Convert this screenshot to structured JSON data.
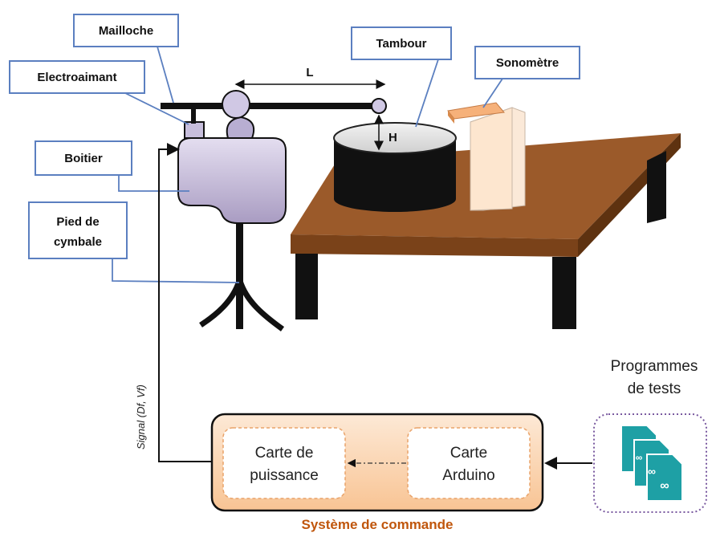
{
  "labels": {
    "mailloche": "Mailloche",
    "electroaimant": "Electroaimant",
    "boitier": "Boitier",
    "pied_line1": "Pied de",
    "pied_line2": "cymbale",
    "tambour": "Tambour",
    "sonometre": "Sonomètre",
    "length": "L",
    "height": "H"
  },
  "signal_label": "Signal (Df, Vf)",
  "control": {
    "title": "Système de commande",
    "power_line1": "Carte de",
    "power_line2": "puissance",
    "arduino_line1": "Carte",
    "arduino_line2": "Arduino"
  },
  "programs": {
    "line1": "Programmes",
    "line2": "de tests",
    "icon": "arduino-file-icon"
  },
  "colors": {
    "label_border": "#5b7fc0",
    "table_top": "#9b5a2a",
    "table_legs": "#111111",
    "boitier": "#cfc6e0",
    "control_fill": "#fbd9b8",
    "control_title": "#c0560c",
    "arduino_teal": "#1ea0a5",
    "programs_border": "#7a5aa0"
  }
}
